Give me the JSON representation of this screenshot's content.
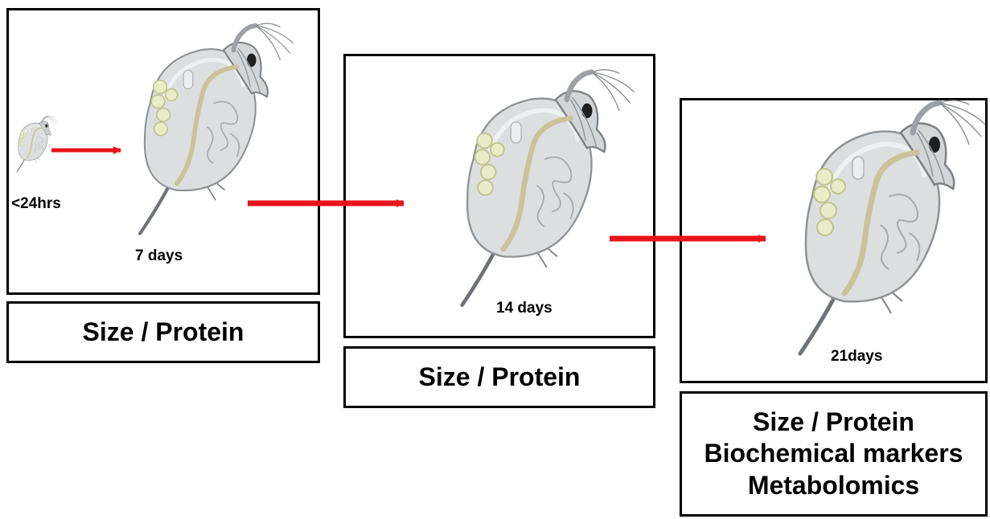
{
  "stages": [
    {
      "id": "stage-1",
      "ages": [
        "<24hrs",
        "7 days"
      ],
      "measures": [
        "Size / Protein"
      ]
    },
    {
      "id": "stage-2",
      "ages": [
        "14 days"
      ],
      "measures": [
        "Size / Protein"
      ]
    },
    {
      "id": "stage-3",
      "ages": [
        "21days"
      ],
      "measures": [
        "Size / Protein",
        "Biochemical markers",
        "Metabolomics"
      ]
    }
  ],
  "colors": {
    "arrow": "#e8141b",
    "border": "#000000",
    "body_fill": "#dcdedf",
    "gut": "#c9c39a",
    "egg": "#e8ecc7"
  },
  "icons": [
    "daphnia-icon",
    "arrow-right-icon"
  ]
}
